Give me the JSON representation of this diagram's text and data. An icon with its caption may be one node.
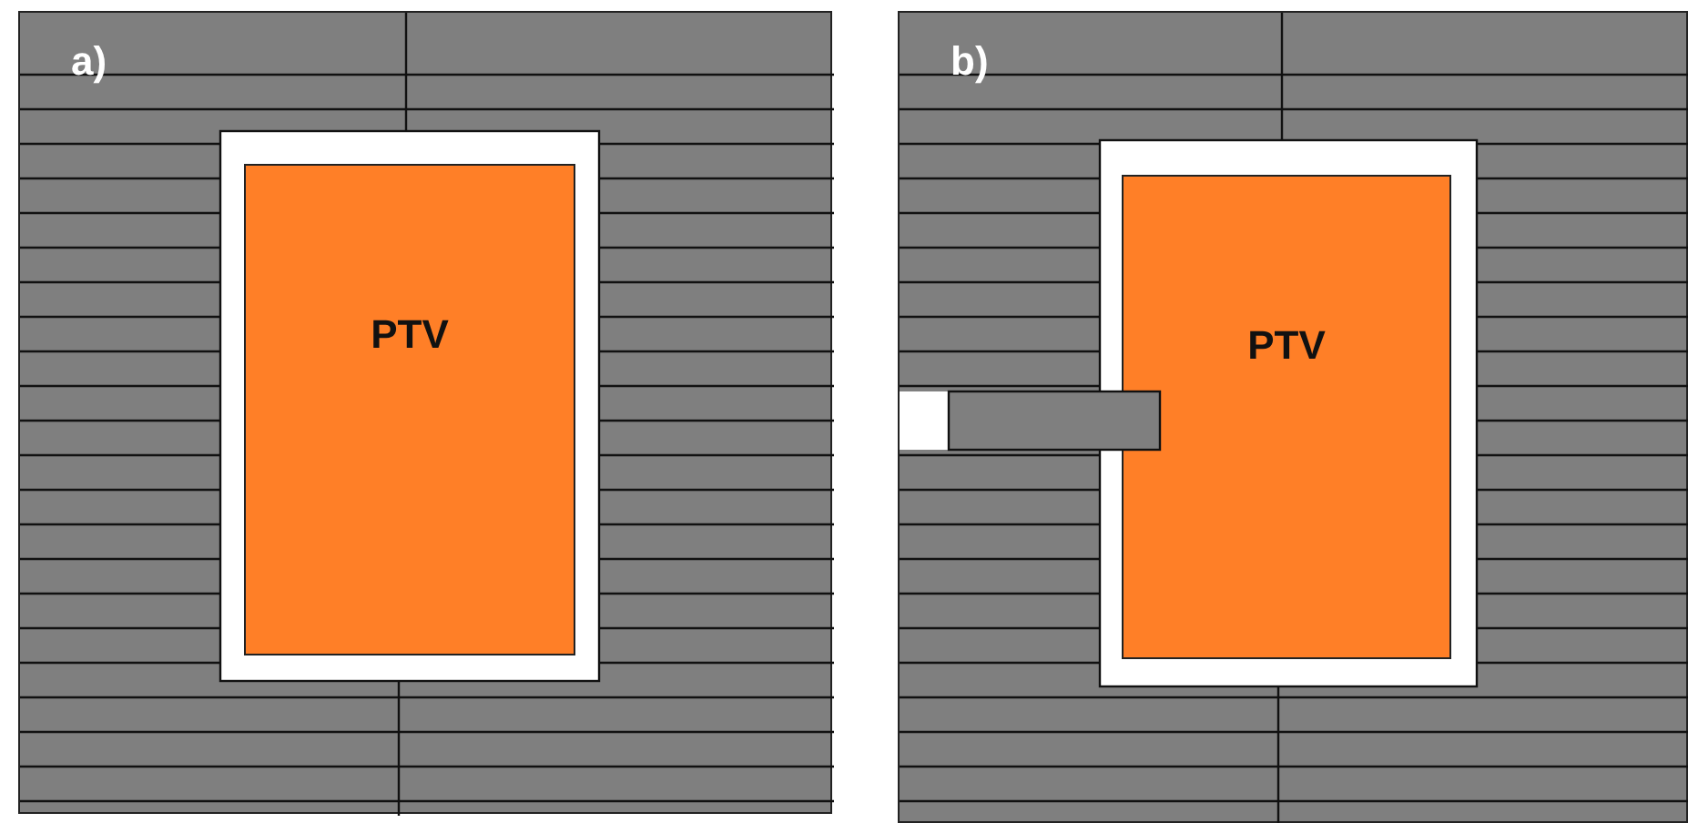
{
  "diagram": {
    "nodes": [
      {
        "text": [
          "a)"
        ]
      },
      {
        "text": [
          "PTV"
        ],
        "in": 0
      },
      {
        "text": [
          "b)"
        ]
      },
      {
        "text": [
          "PTV"
        ],
        "in": 2
      }
    ]
  }
}
